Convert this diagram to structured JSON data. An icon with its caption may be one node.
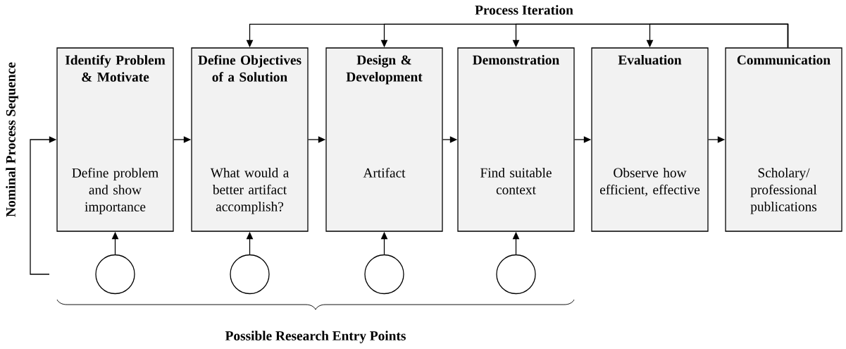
{
  "diagram": {
    "nodes": [
      {
        "text": [
          "Identify Problem & Motivate",
          "Define problem and show importance"
        ]
      },
      {
        "text": [
          "Define Objectives of a Solution",
          "What would a better artifact accomplish?"
        ]
      },
      {
        "text": [
          "Design & Development",
          "Artifact"
        ]
      },
      {
        "text": [
          "Demonstration",
          "Find suitable context"
        ]
      },
      {
        "text": [
          "Evaluation",
          "Observe how efficient, effective"
        ]
      },
      {
        "text": [
          "Communication",
          "Scholary/ professional publications"
        ]
      },
      {
        "text": [],
        "shape": "circle"
      },
      {
        "text": [],
        "shape": "circle"
      },
      {
        "text": [],
        "shape": "circle"
      },
      {
        "text": [],
        "shape": "circle"
      }
    ],
    "edges": [
      {
        "from": 0,
        "to": 1,
        "arrow": "to"
      },
      {
        "from": 1,
        "to": 2,
        "arrow": "to"
      },
      {
        "from": 2,
        "to": 3,
        "arrow": "to"
      },
      {
        "from": 3,
        "to": 4,
        "arrow": "to"
      },
      {
        "from": 4,
        "to": 5,
        "arrow": "to"
      },
      {
        "from": 5,
        "to": 1,
        "arrow": "to"
      },
      {
        "from": 5,
        "to": 2,
        "arrow": "to"
      },
      {
        "from": 5,
        "to": 3,
        "arrow": "to"
      },
      {
        "from": 5,
        "to": 4,
        "arrow": "to"
      },
      {
        "from": 6,
        "to": 0,
        "arrow": "to"
      },
      {
        "from": 7,
        "to": 1,
        "arrow": "to"
      },
      {
        "from": 8,
        "to": 2,
        "arrow": "to"
      },
      {
        "from": 9,
        "to": 3,
        "arrow": "to"
      },
      {
        "from": null,
        "to": 0,
        "arrow": "to"
      }
    ],
    "labels": [
      "Process Iteration",
      "Nominal Process Sequence",
      "Possible Research Entry Points"
    ]
  }
}
